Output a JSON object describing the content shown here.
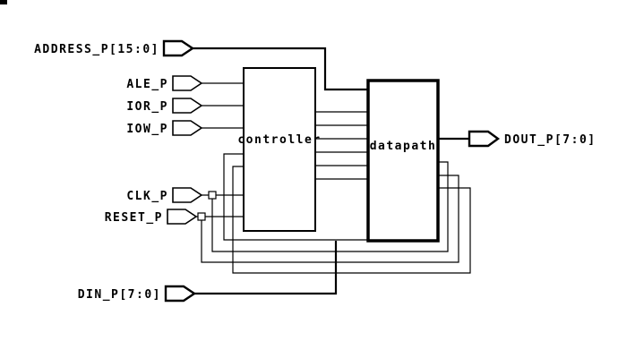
{
  "diagram": {
    "blocks": [
      {
        "id": "controller",
        "label": "controller"
      },
      {
        "id": "datapath",
        "label": "datapath"
      }
    ],
    "input_ports": [
      {
        "id": "address",
        "label": "ADDRESS_P[15:0]",
        "bus": true
      },
      {
        "id": "ale",
        "label": "ALE_P",
        "bus": false
      },
      {
        "id": "ior",
        "label": "IOR_P",
        "bus": false
      },
      {
        "id": "iow",
        "label": "IOW_P",
        "bus": false
      },
      {
        "id": "clk",
        "label": "CLK_P",
        "bus": false
      },
      {
        "id": "reset",
        "label": "RESET_P",
        "bus": false
      },
      {
        "id": "din",
        "label": "DIN_P[7:0]",
        "bus": true
      }
    ],
    "output_ports": [
      {
        "id": "dout",
        "label": "DOUT_P[7:0]",
        "bus": true
      }
    ],
    "colors": {
      "line": "#000000",
      "background": "#ffffff"
    }
  }
}
